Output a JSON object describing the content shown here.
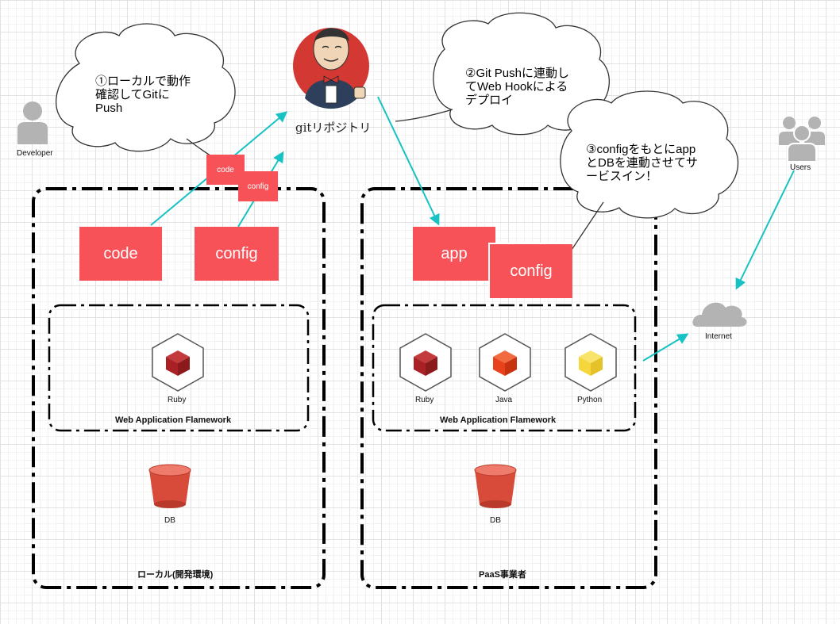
{
  "nodes": {
    "developer": "Developer",
    "users": "Users",
    "internet": "Internet",
    "git_repo": "gitリポジトリ"
  },
  "bubbles": {
    "step1": [
      "①ローカルで動作",
      "確認してGitに",
      "Push"
    ],
    "step2": [
      "②Git Pushに連動し",
      "てWeb Hookによる",
      "デプロイ"
    ],
    "step3": [
      "③configをもとにapp",
      "とDBを連動させてサ",
      "ービスイン！"
    ]
  },
  "local": {
    "title": "ローカル(開発環境)",
    "code_box": "code",
    "config_box": "config",
    "small_code": "code",
    "small_config": "config",
    "framework_label": "Web Application Flamework",
    "ruby": "Ruby",
    "db": "DB"
  },
  "paas": {
    "title": "PaaS事業者",
    "app_box": "app",
    "config_box": "config",
    "framework_label": "Web Application Flamework",
    "ruby": "Ruby",
    "java": "Java",
    "python": "Python",
    "db": "DB"
  },
  "colors": {
    "box_red": "#f65258",
    "arrow_teal": "#17c2c4",
    "ruby_cube": "#a92124",
    "java_cube": "#e8421c",
    "python_cube": "#f5d63d",
    "bucket": "#d84a39",
    "person_gray": "#b3b3b3"
  }
}
